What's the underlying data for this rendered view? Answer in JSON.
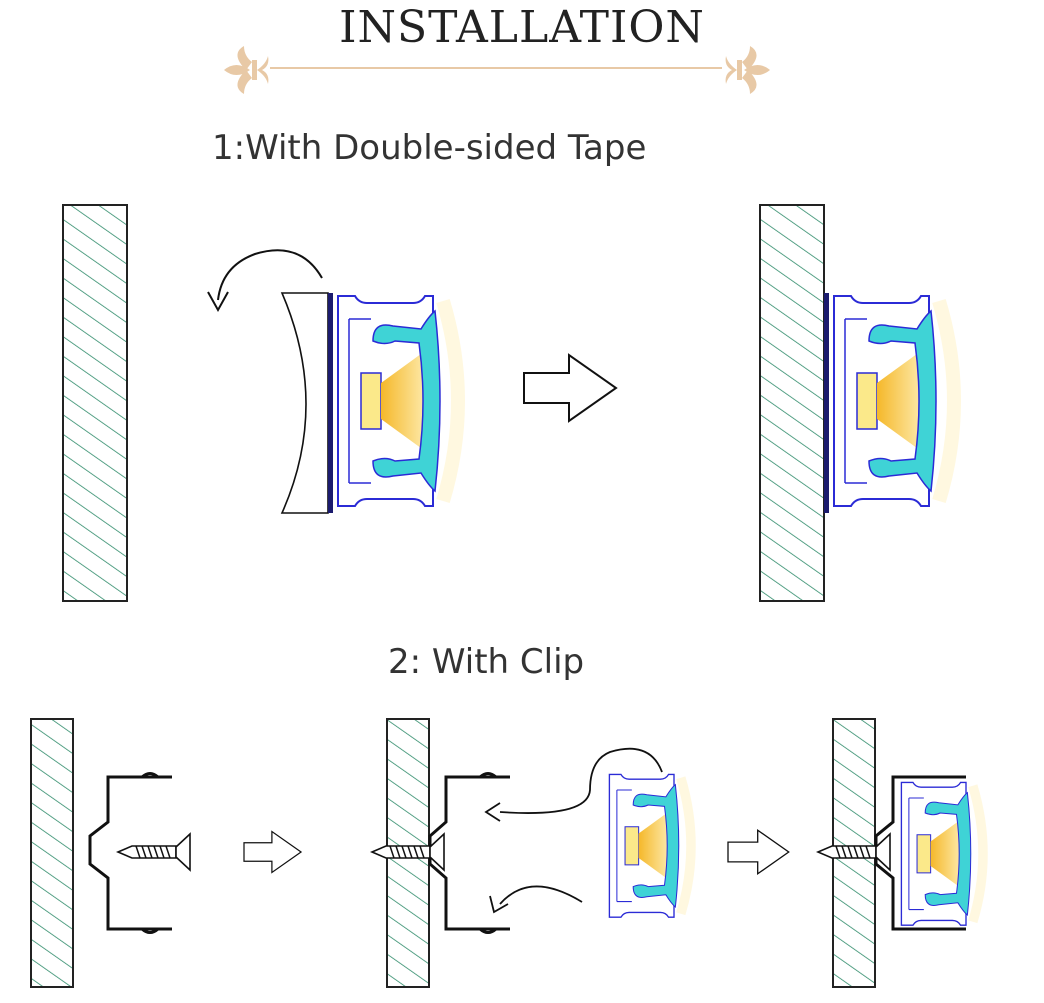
{
  "header": {
    "title": "INSTALLATION",
    "ornament_color": "#e8c9a6"
  },
  "sections": [
    {
      "label": "1:With Double-sided Tape"
    },
    {
      "label": "2: With Clip"
    }
  ],
  "colors": {
    "hatch": "#2e8b6a",
    "profile_outline": "#2b2bd6",
    "diffuser": "#3fd3d6",
    "light": "#f7c23a",
    "led_chip": "#fbe98a",
    "tape": "#1b1b6e",
    "line": "#111111"
  },
  "icons": [
    "fleur-de-lis-icon",
    "curved-arrow-icon",
    "hollow-arrow-icon",
    "screw-icon"
  ]
}
